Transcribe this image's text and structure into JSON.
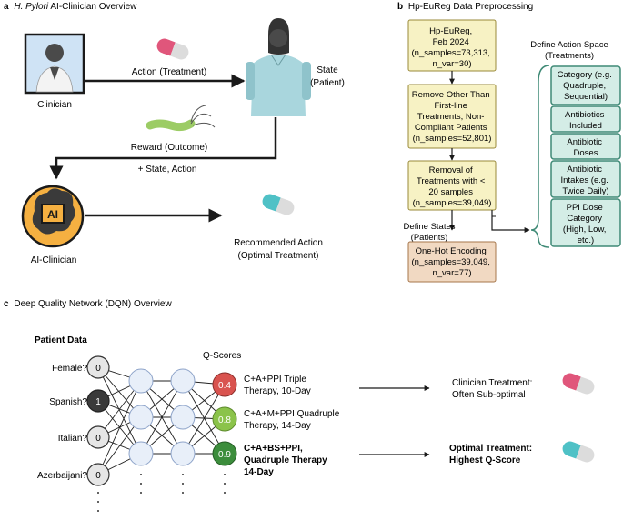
{
  "panel_a": {
    "letter": "a",
    "title_italic": "H. Pylori",
    "title_rest": " AI-Clinician Overview",
    "clinician": "Clinician",
    "action": "Action (Treatment)",
    "state_line1": "State",
    "state_line2": "(Patient)",
    "reward": "Reward (Outcome)",
    "state_action": "+ State, Action",
    "ai_badge": "AI",
    "ai_clinician": "AI-Clinician",
    "recommended_line1": "Recommended Action",
    "recommended_line2": "(Optimal Treatment)"
  },
  "panel_b": {
    "letter": "b",
    "title": "Hp-EuReg Data Preprocessing",
    "box1": [
      "Hp-EuReg,",
      "Feb 2024",
      "(n_samples=73,313,",
      "n_var=30)"
    ],
    "box2": [
      "Remove Other Than",
      "First-line",
      "Treatments, Non-",
      "Compliant Patients",
      "(n_samples=52,801)"
    ],
    "box3": [
      "Removal of",
      "Treatments with <",
      "20 samples",
      "(n_samples=39,049)"
    ],
    "states_line1": "Define States",
    "states_line2": "(Patients)",
    "box4": [
      "One-Hot Encoding",
      "(n_samples=39,049,",
      "n_var=77)"
    ],
    "action_space_line1": "Define Action Space",
    "action_space_line2": "(Treatments)",
    "action_items": [
      [
        "Category (e.g.",
        "Quadruple,",
        "Sequential)"
      ],
      [
        "Antibiotics",
        "Included"
      ],
      [
        "Antibiotic",
        "Doses"
      ],
      [
        "Antibiotic",
        "Intakes (e.g.",
        "Twice Daily)"
      ],
      [
        "PPI Dose",
        "Category",
        "(High, Low,",
        "etc.)"
      ]
    ]
  },
  "panel_c": {
    "letter": "c",
    "title": "Deep Quality Network (DQN) Overview",
    "patient_data": "Patient Data",
    "q_scores": "Q-Scores",
    "inputs": [
      {
        "label": "Female?",
        "value": "0"
      },
      {
        "label": "Spanish?",
        "value": "1"
      },
      {
        "label": "Italian?",
        "value": "0"
      },
      {
        "label": "Azerbaijani?",
        "value": "0"
      }
    ],
    "outputs": [
      {
        "score": "0.4",
        "line1": "C+A+PPI Triple",
        "line2": "Therapy, 10-Day",
        "line3": ""
      },
      {
        "score": "0.8",
        "line1": "C+A+M+PPI Quadruple",
        "line2": "Therapy, 14-Day",
        "line3": ""
      },
      {
        "score": "0.9",
        "line1": "C+A+BS+PPI,",
        "line2": "Quadruple Therapy",
        "line3": "14-Day"
      }
    ],
    "clinician_treatment_line1": "Clinician Treatment:",
    "clinician_treatment_line2": "Often Sub-optimal",
    "optimal_line1": "Optimal Treatment:",
    "optimal_line2": "Highest Q-Score"
  },
  "colors": {
    "flow_box_fill": "#f7f2c4",
    "flow_box_stroke": "#9a8a3a",
    "encoding_fill": "#f1d9c2",
    "encoding_stroke": "#a6764b",
    "action_fill": "#d4ede6",
    "action_stroke": "#3f8a76",
    "ai_circle": "#f5b041",
    "score_red": "#d9534f",
    "score_lightgreen": "#8bc34a",
    "score_darkgreen": "#3c8d3c",
    "node_fill": "#e8eff9",
    "node_stroke": "#8da3c9"
  }
}
